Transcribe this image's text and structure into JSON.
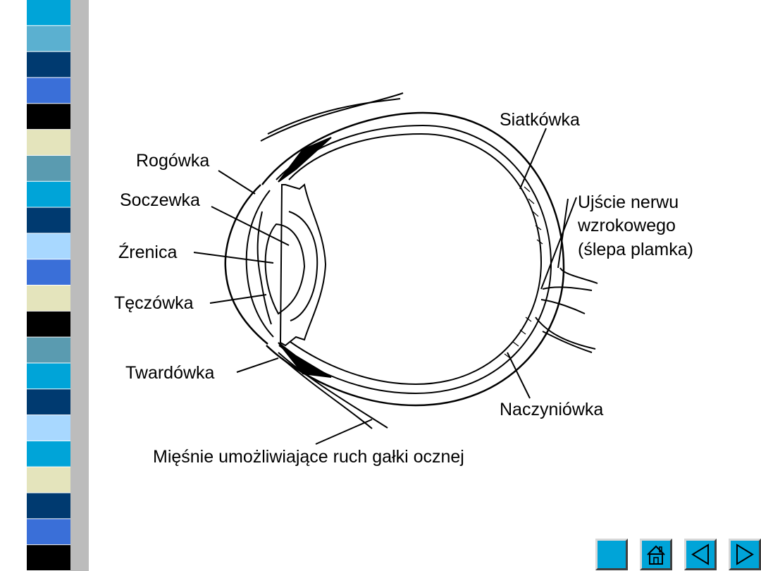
{
  "diagram": {
    "labels": {
      "rogowka": "Rogówka",
      "soczewka": "Soczewka",
      "zrenica": "Źrenica",
      "teczowka": "Tęczówka",
      "twardowka": "Twardówka",
      "siatkowka": "Siatkówka",
      "ujscie_line1": "Ujście nerwu",
      "ujscie_line2": "wzrokowego",
      "ujscie_line3": "(ślepa plamka)",
      "naczyniowka": "Naczyniówka",
      "miesnie": "Mięśnie umożliwiające ruch gałki ocznej"
    }
  },
  "sidebar": {
    "stripe_colors": [
      "#00a4d8",
      "#5bb0d0",
      "#003a70",
      "#3a6fd8",
      "#000000",
      "#e4e4bc",
      "#5a9bb0",
      "#00a4d8",
      "#003a70",
      "#a8d8ff",
      "#3a6fd8",
      "#e4e4bc",
      "#000000",
      "#5a9bb0",
      "#00a4d8",
      "#003a70",
      "#a8d8ff",
      "#00a4d8",
      "#e4e4bc",
      "#003a70",
      "#3a6fd8",
      "#000000"
    ],
    "shadow_color": "#bcbcbc"
  },
  "nav": {
    "buttons": [
      "blank",
      "home-icon",
      "arrow-left-icon",
      "arrow-right-icon"
    ],
    "button_color": "#00a4d8"
  }
}
